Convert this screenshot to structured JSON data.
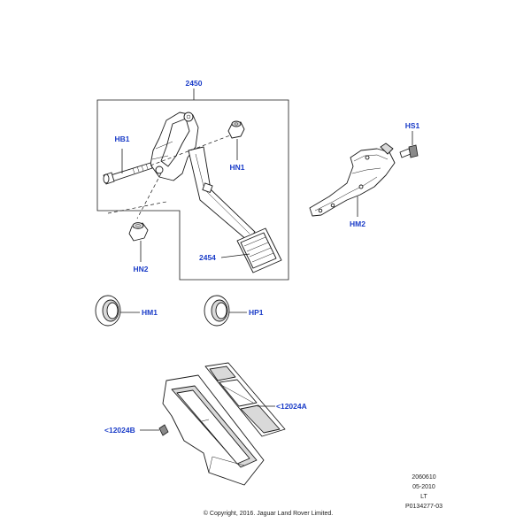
{
  "callouts": {
    "c2450": "2450",
    "hb1": "HB1",
    "hn1": "HN1",
    "hn2": "HN2",
    "c2454": "2454",
    "hs1": "HS1",
    "hm2": "HM2",
    "hm1": "HM1",
    "hp1": "HP1",
    "c12024a": "<12024A",
    "c12024b": "<12024B"
  },
  "footer": {
    "code": "2060610",
    "date": "05-2010",
    "variant": "LT",
    "part_ref": "P0134277-03",
    "copyright": "© Copyright, 2016. Jaguar Land Rover Limited."
  },
  "colors": {
    "callout_text": "#1a3cc8",
    "line": "#1a1a1a"
  }
}
